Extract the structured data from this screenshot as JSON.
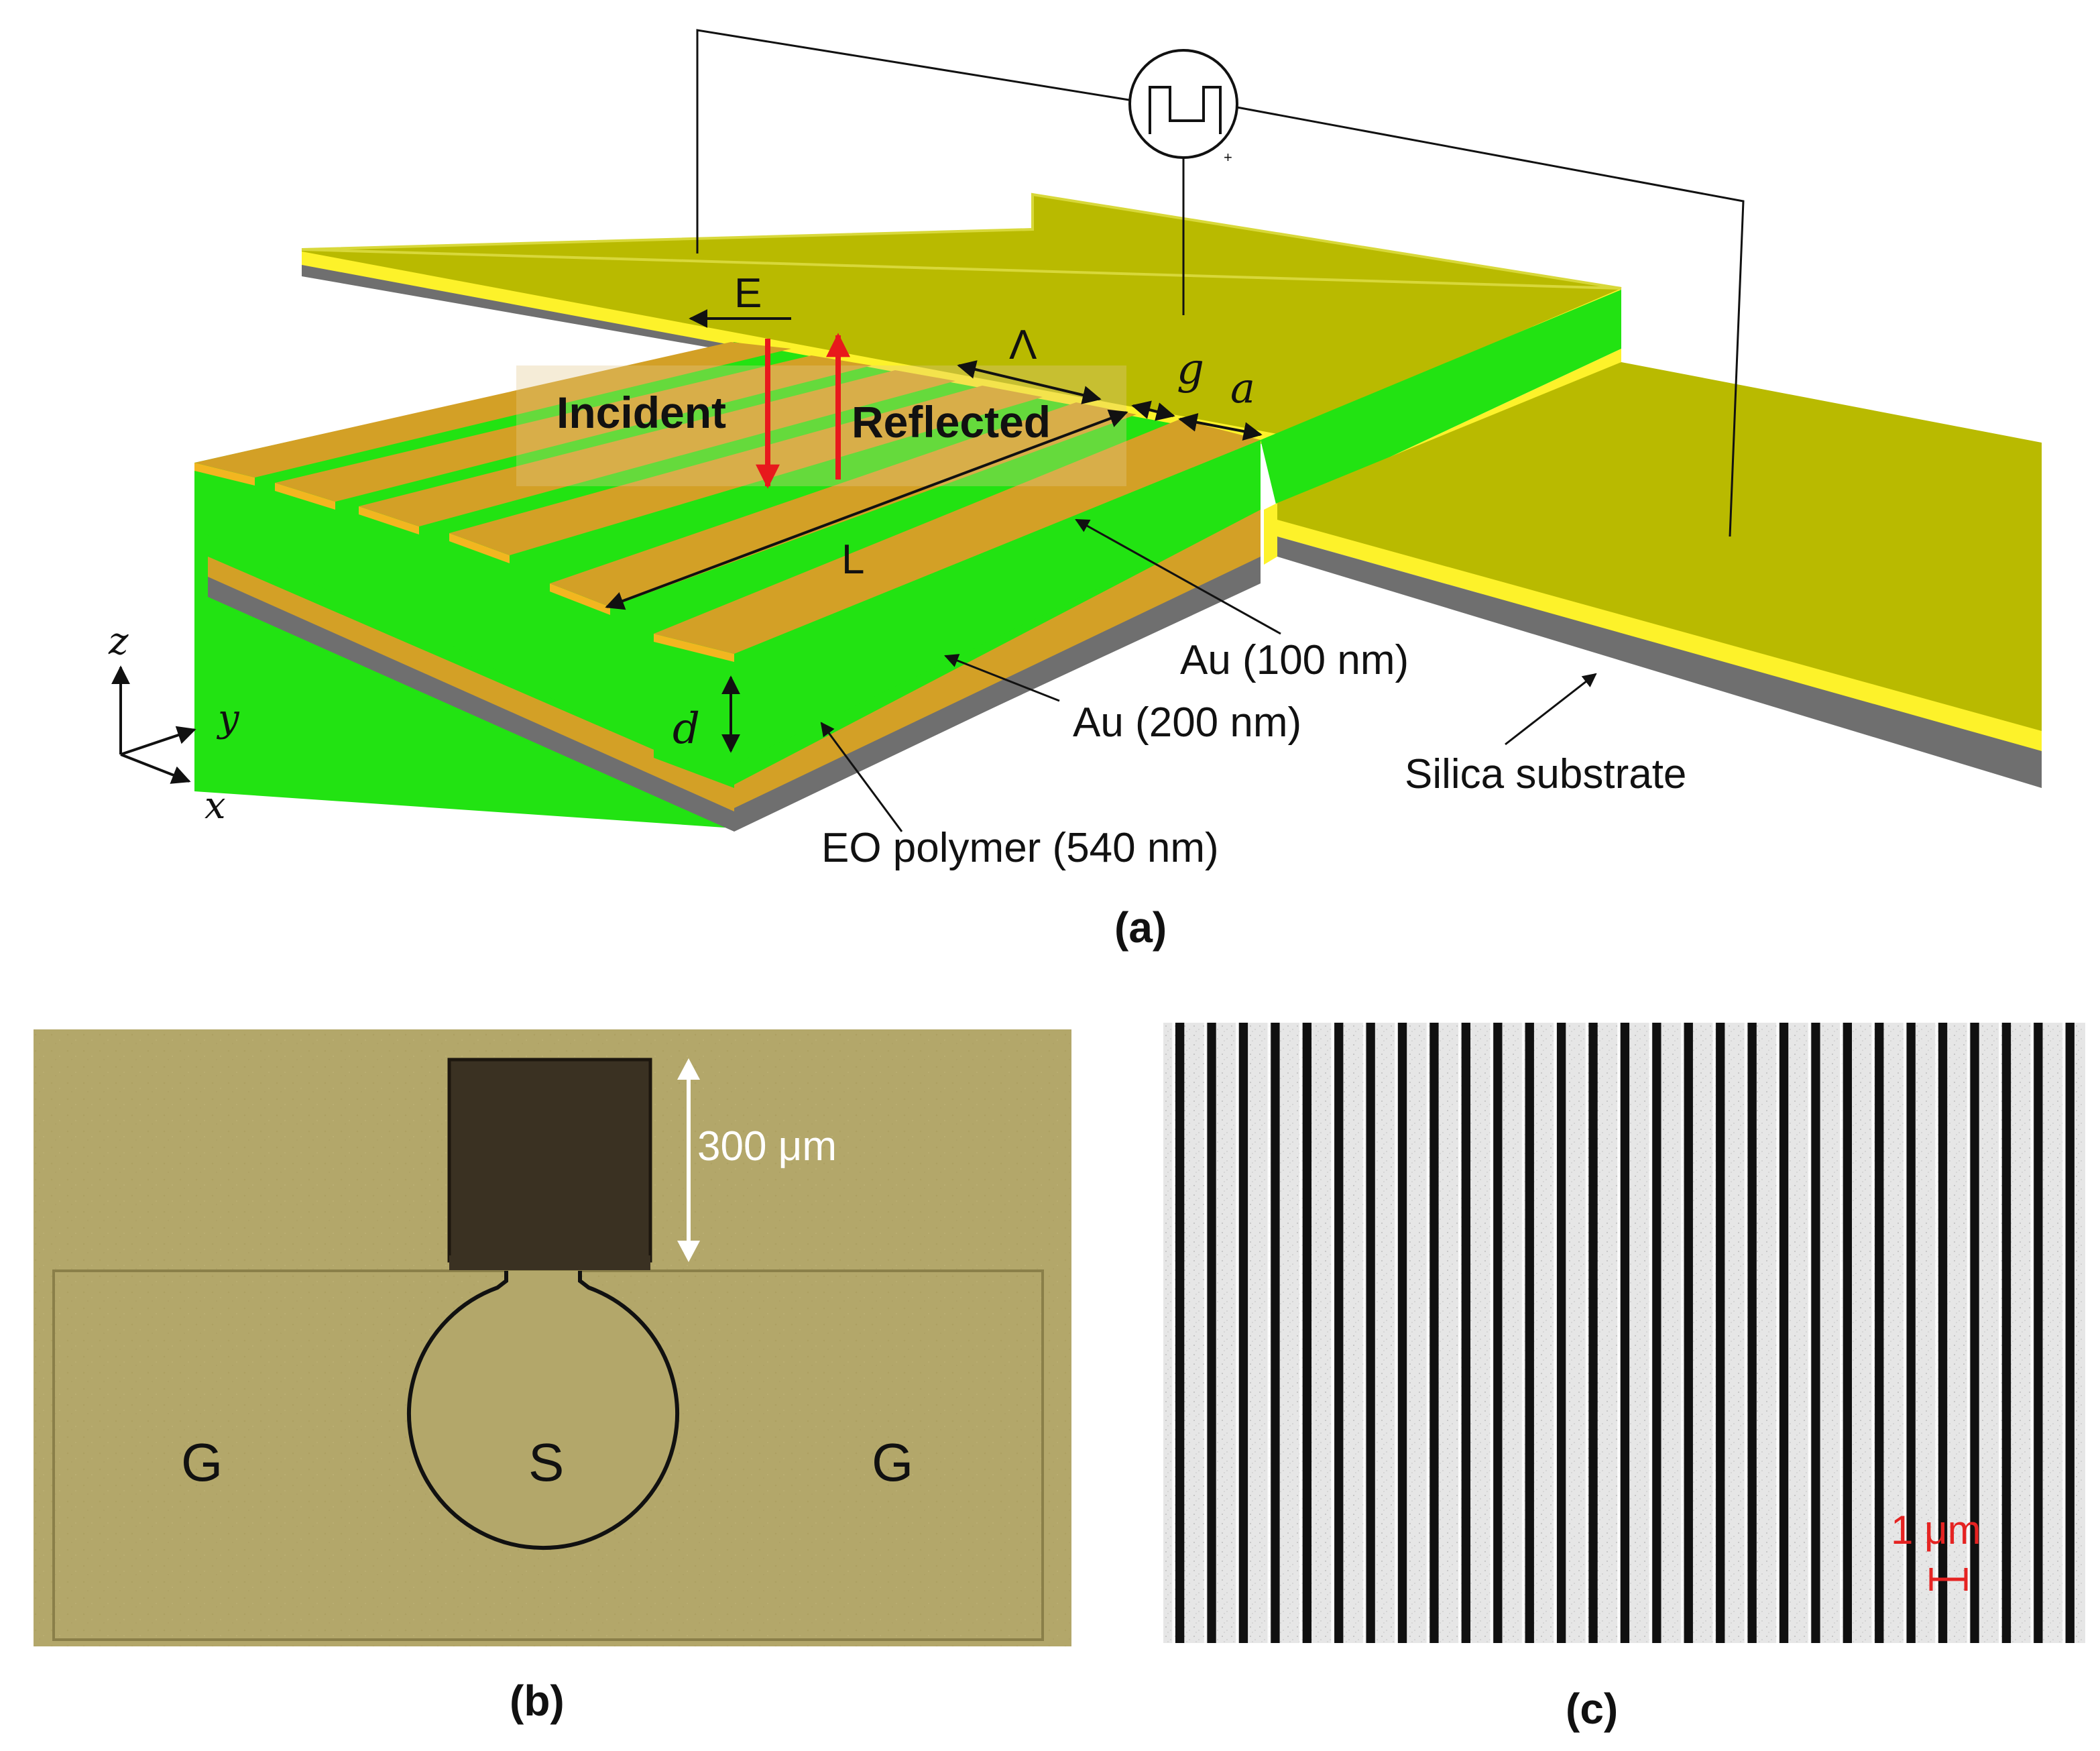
{
  "panel_a": {
    "caption": "(a)",
    "labels": {
      "E": "E",
      "Lambda": "Λ",
      "g": "g",
      "a": "a",
      "incident": "Incident",
      "reflected": "Reflected",
      "L": "L",
      "d": "d",
      "au_top": "Au (100 nm)",
      "au_bottom": "Au (200 nm)",
      "silica": "Silica substrate",
      "eo_polymer": "EO polymer (540 nm)"
    },
    "axes": {
      "z": "z",
      "y": "y",
      "x": "x"
    },
    "grating_ridges": 6,
    "colors": {
      "gold": "#d3a026",
      "au_film": "#fdf22a",
      "electrode": "#b9ba00",
      "eo_polymer": "#22e312",
      "substrate": "#6f6f6f",
      "arrow_red": "#e8191c"
    }
  },
  "panel_b": {
    "caption": "(b)",
    "scale_label": "300 μm",
    "pads": {
      "left": "G",
      "center": "S",
      "right": "G"
    },
    "colors": {
      "background": "#b3a76a",
      "pad": "#3a3122"
    }
  },
  "panel_c": {
    "caption": "(c)",
    "scale_label": "1 μm",
    "stripe_count": 29,
    "colors": {
      "scale": "#e52322",
      "light": "#e9e9e9",
      "dark": "#101010"
    }
  }
}
